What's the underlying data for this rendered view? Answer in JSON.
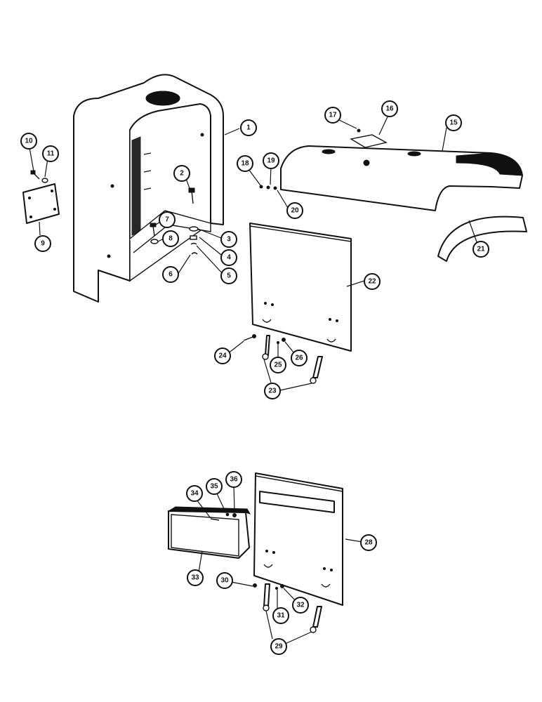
{
  "callouts": [
    {
      "id": "1",
      "label": "1"
    },
    {
      "id": "2",
      "label": "2"
    },
    {
      "id": "3",
      "label": "3"
    },
    {
      "id": "4",
      "label": "4"
    },
    {
      "id": "5",
      "label": "5"
    },
    {
      "id": "6",
      "label": "6"
    },
    {
      "id": "7",
      "label": "7"
    },
    {
      "id": "8",
      "label": "8"
    },
    {
      "id": "9",
      "label": "9"
    },
    {
      "id": "10",
      "label": "10"
    },
    {
      "id": "11",
      "label": "11"
    },
    {
      "id": "15",
      "label": "15"
    },
    {
      "id": "16",
      "label": "16"
    },
    {
      "id": "17",
      "label": "17"
    },
    {
      "id": "18",
      "label": "18"
    },
    {
      "id": "19",
      "label": "19"
    },
    {
      "id": "20",
      "label": "20"
    },
    {
      "id": "21",
      "label": "21"
    },
    {
      "id": "22",
      "label": "22"
    },
    {
      "id": "23",
      "label": "23"
    },
    {
      "id": "24",
      "label": "24"
    },
    {
      "id": "25",
      "label": "25"
    },
    {
      "id": "26",
      "label": "26"
    },
    {
      "id": "28",
      "label": "28"
    },
    {
      "id": "29",
      "label": "29"
    },
    {
      "id": "30",
      "label": "30"
    },
    {
      "id": "31",
      "label": "31"
    },
    {
      "id": "32",
      "label": "32"
    },
    {
      "id": "33",
      "label": "33"
    },
    {
      "id": "34",
      "label": "34"
    },
    {
      "id": "35",
      "label": "35"
    },
    {
      "id": "36",
      "label": "36"
    }
  ]
}
